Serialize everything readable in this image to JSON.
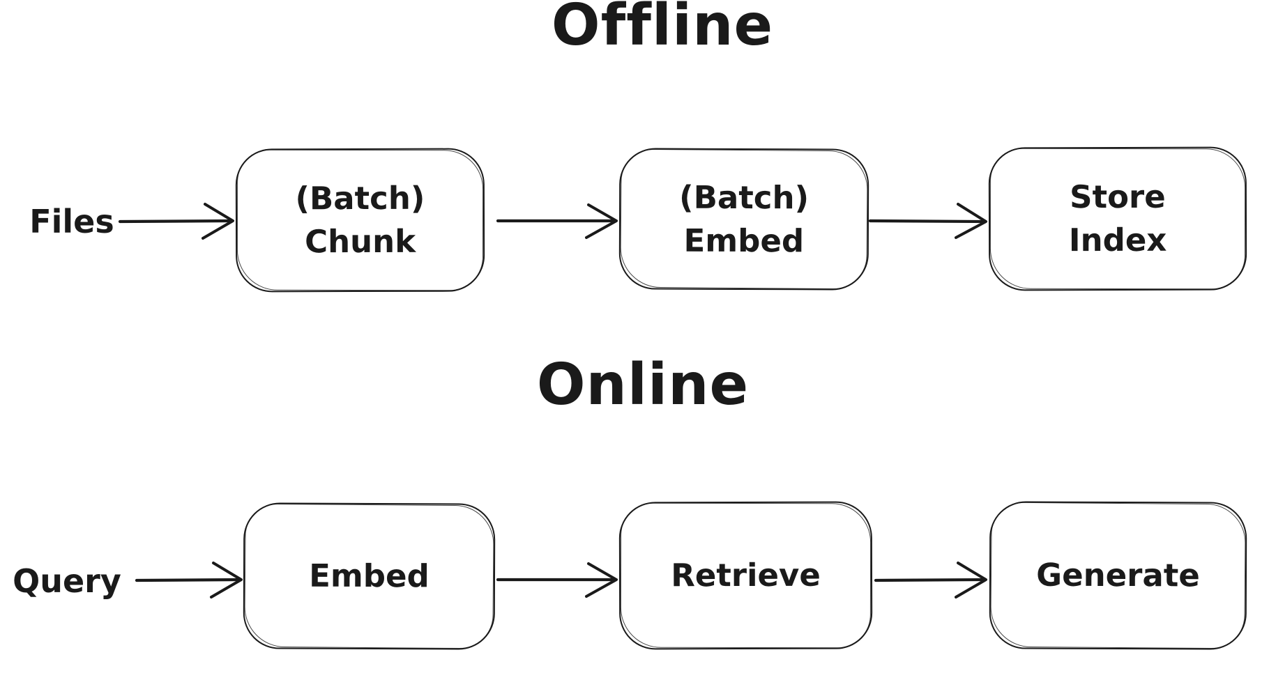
{
  "canvas": {
    "background_color": "#ffffff",
    "ink_color": "#1a1a1a"
  },
  "sections": [
    {
      "title": "Offline",
      "input_label": "Files",
      "nodes": [
        {
          "id": "batch-chunk",
          "lines": [
            "(Batch)",
            "Chunk"
          ]
        },
        {
          "id": "batch-embed",
          "lines": [
            "(Batch)",
            "Embed"
          ]
        },
        {
          "id": "store-index",
          "lines": [
            "Store",
            "Index"
          ]
        }
      ],
      "edges": [
        {
          "from": "Files",
          "to": "(Batch) Chunk"
        },
        {
          "from": "(Batch) Chunk",
          "to": "(Batch) Embed"
        },
        {
          "from": "(Batch) Embed",
          "to": "Store Index"
        }
      ]
    },
    {
      "title": "Online",
      "input_label": "Query",
      "nodes": [
        {
          "id": "embed",
          "lines": [
            "Embed"
          ]
        },
        {
          "id": "retrieve",
          "lines": [
            "Retrieve"
          ]
        },
        {
          "id": "generate",
          "lines": [
            "Generate"
          ]
        }
      ],
      "edges": [
        {
          "from": "Query",
          "to": "Embed"
        },
        {
          "from": "Embed",
          "to": "Retrieve"
        },
        {
          "from": "Retrieve",
          "to": "Generate"
        }
      ]
    }
  ]
}
